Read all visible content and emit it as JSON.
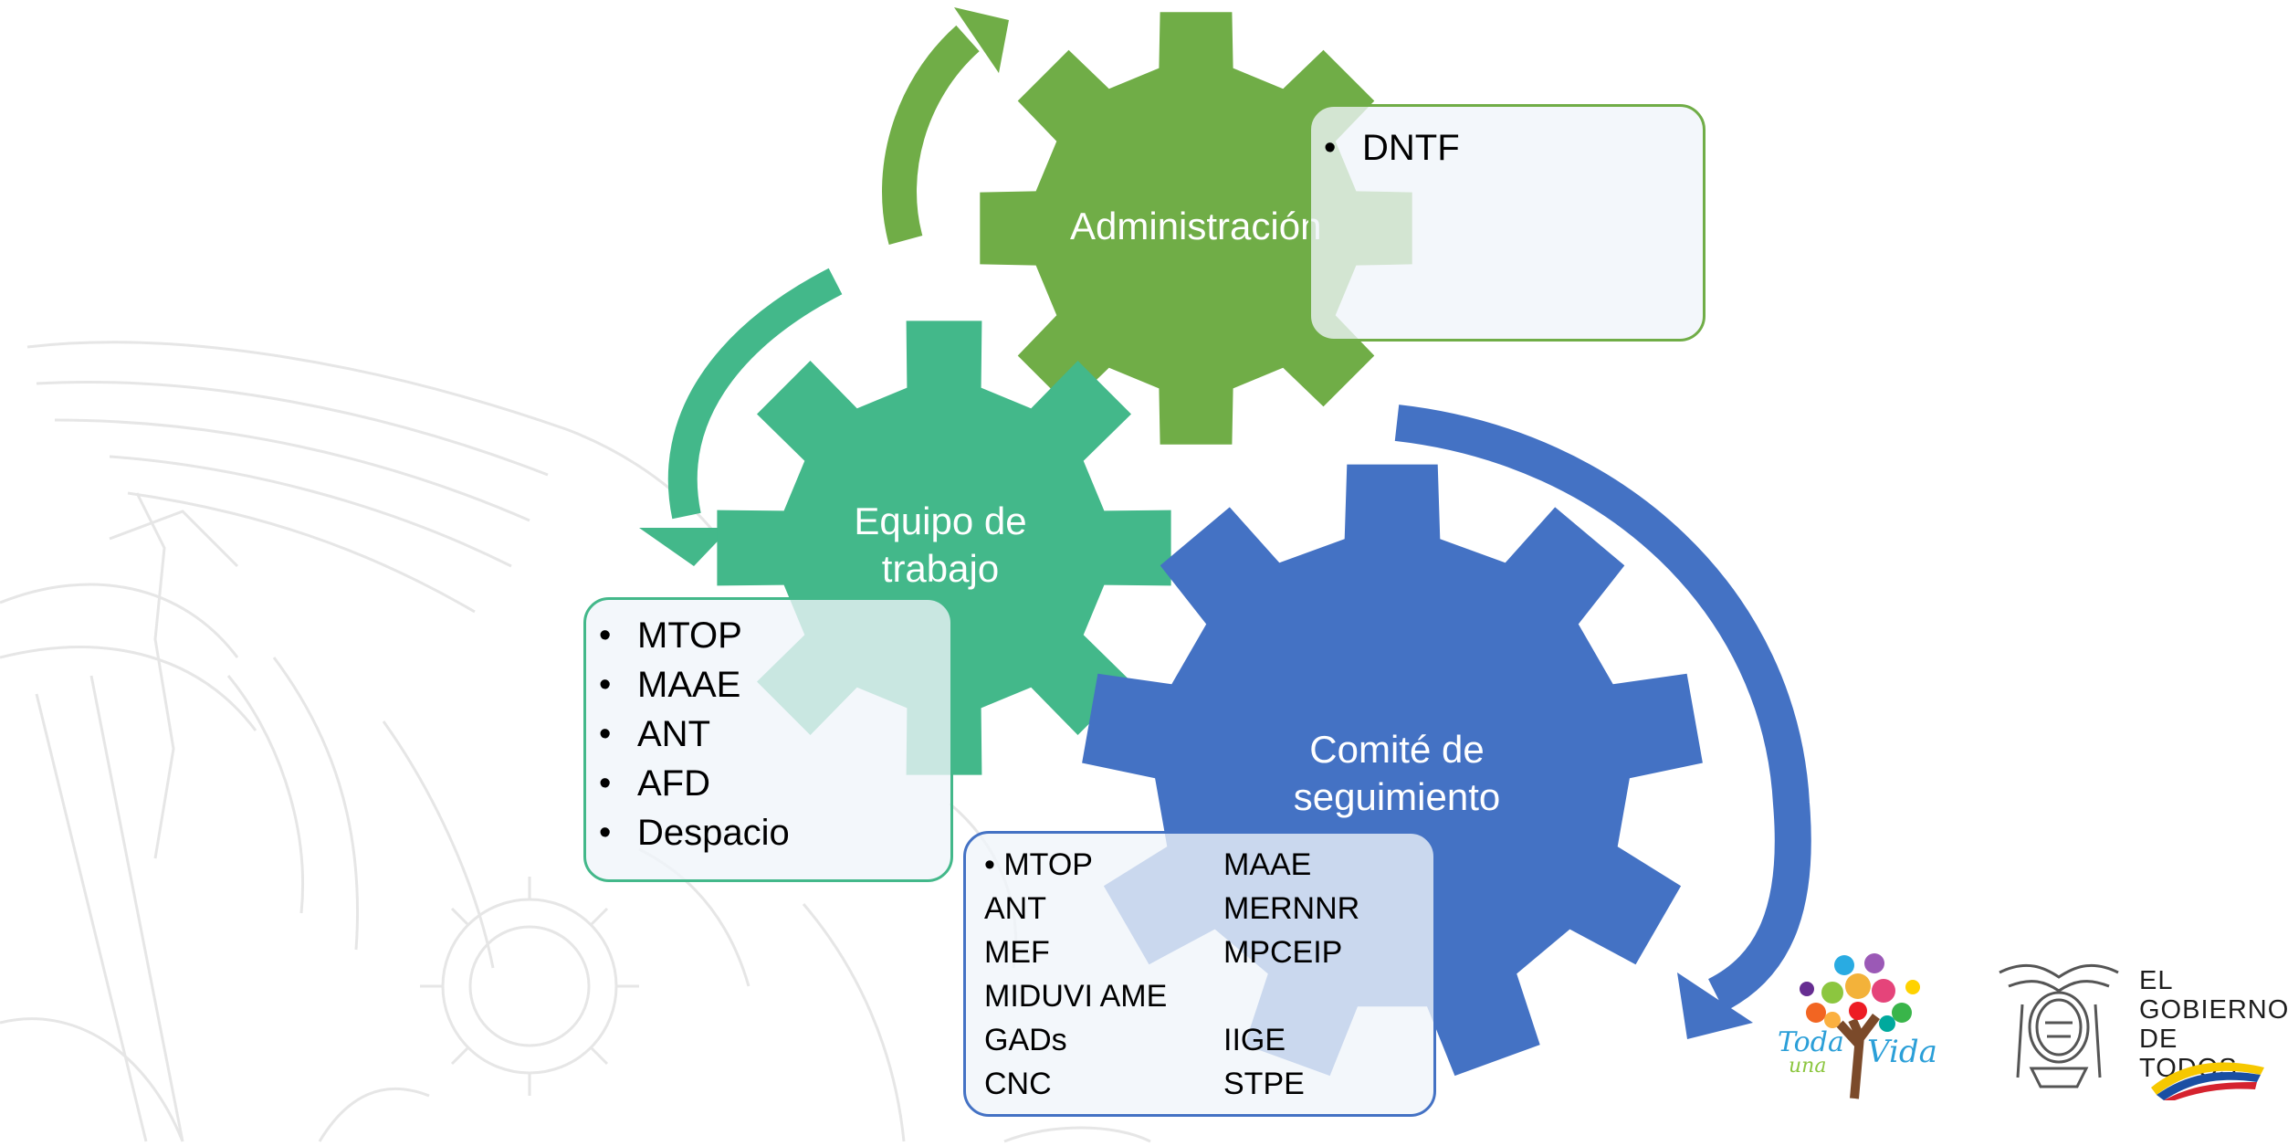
{
  "diagram": {
    "gears": {
      "administracion": {
        "label": "Administración",
        "color": "#70ad47"
      },
      "equipo": {
        "label_line1": "Equipo de",
        "label_line2": "trabajo",
        "color": "#43b88a"
      },
      "comite": {
        "label_line1": "Comité de",
        "label_line2": "seguimiento",
        "color": "#4472c4"
      }
    },
    "boxes": {
      "administracion": {
        "items": [
          "DNTF"
        ],
        "border": "#70ad47"
      },
      "equipo": {
        "items": [
          "MTOP",
          "MAAE",
          "ANT",
          "AFD",
          "Despacio"
        ],
        "border": "#43b88a"
      },
      "comite": {
        "border": "#4472c4",
        "rows": [
          [
            "• MTOP",
            "MAAE"
          ],
          [
            "ANT",
            "MERNNR"
          ],
          [
            "MEF",
            "MPCEIP"
          ],
          [
            "MIDUVI AME",
            ""
          ],
          [
            "GADs",
            "IIGE"
          ],
          [
            "CNC",
            "STPE"
          ]
        ]
      }
    }
  },
  "logos": {
    "toda_una_vida": {
      "word1": "Toda",
      "word2": "una",
      "word3": "Vida"
    },
    "gobierno": {
      "line1": "EL",
      "line2": "GOBIERNO",
      "line3": "DE TODOS"
    }
  }
}
